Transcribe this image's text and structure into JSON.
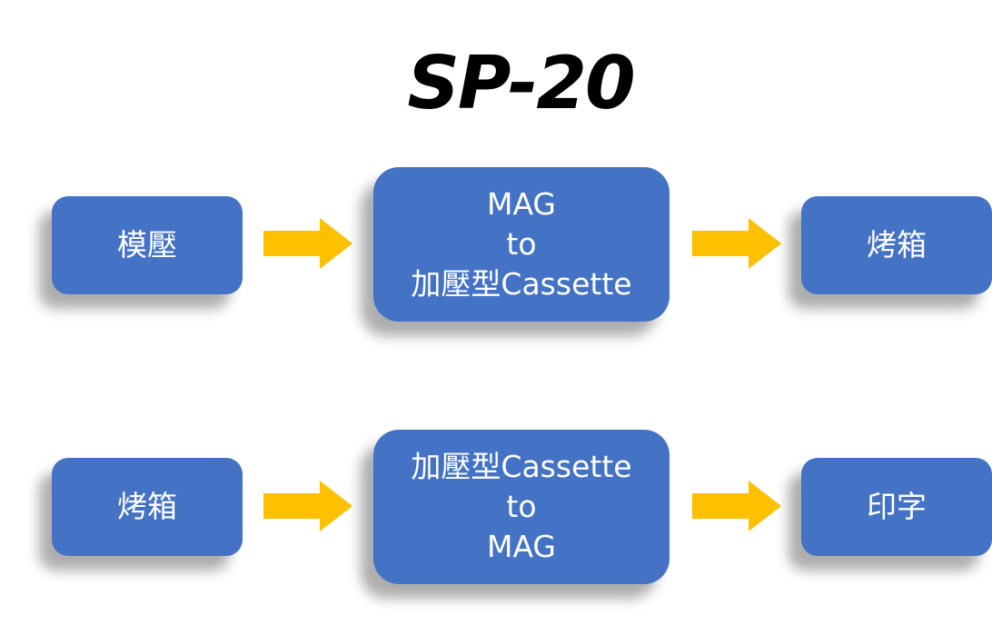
{
  "title": "SP-20",
  "colors": {
    "box_fill": "#4472c4",
    "box_text": "#ffffff",
    "arrow": "#ffc000",
    "title": "#000000"
  },
  "rows": [
    {
      "left": "模壓",
      "middle": [
        "MAG",
        "to",
        "加壓型Cassette"
      ],
      "right": "烤箱"
    },
    {
      "left": "烤箱",
      "middle": [
        "加壓型Cassette",
        "to",
        "MAG"
      ],
      "right": "印字"
    }
  ]
}
